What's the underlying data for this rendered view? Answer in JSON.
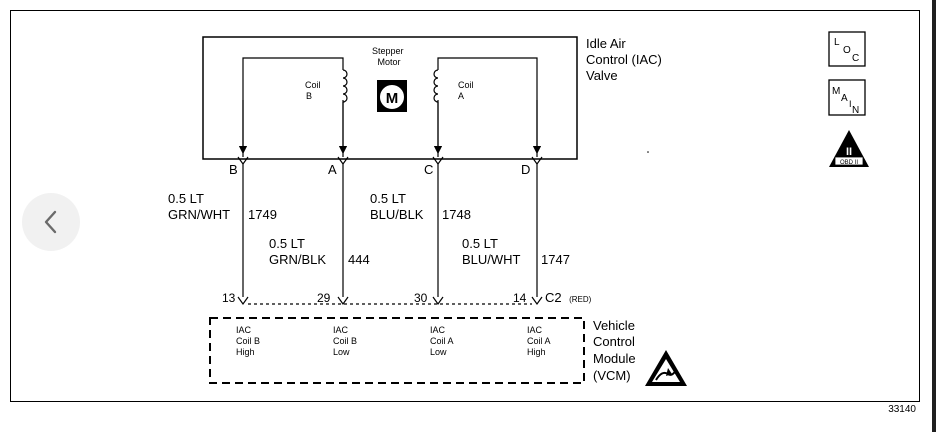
{
  "iac_valve": {
    "name_lines": [
      "Idle Air",
      "Control (IAC)",
      "Valve"
    ],
    "motor_label_lines": [
      "Stepper",
      "Motor"
    ],
    "motor_symbol": "M",
    "coil_b_lines": [
      "Coil",
      "B"
    ],
    "coil_a_lines": [
      "Coil",
      "A"
    ]
  },
  "pins": [
    {
      "letter": "B"
    },
    {
      "letter": "A"
    },
    {
      "letter": "C"
    },
    {
      "letter": "D"
    }
  ],
  "wires": [
    {
      "size": "0.5 LT",
      "color": "GRN/WHT",
      "circuit": "1749"
    },
    {
      "size": "0.5 LT",
      "color": "GRN/BLK",
      "circuit": "444"
    },
    {
      "size": "0.5 LT",
      "color": "BLU/BLK",
      "circuit": "1748"
    },
    {
      "size": "0.5 LT",
      "color": "BLU/WHT",
      "circuit": "1747"
    }
  ],
  "terminals": [
    "13",
    "29",
    "30",
    "14"
  ],
  "connector": {
    "name": "C2",
    "color": "(RED)"
  },
  "vcm": {
    "name_lines": [
      "Vehicle",
      "Control",
      "Module",
      "(VCM)"
    ],
    "inputs": [
      {
        "lines": [
          "IAC",
          "Coil B",
          "High"
        ]
      },
      {
        "lines": [
          "IAC",
          "Coil B",
          "Low"
        ]
      },
      {
        "lines": [
          "IAC",
          "Coil A",
          "Low"
        ]
      },
      {
        "lines": [
          "IAC",
          "Coil A",
          "High"
        ]
      }
    ],
    "esd_icon": "esd-warning-icon"
  },
  "side_icons": {
    "loc": {
      "l": "L",
      "o": "O",
      "c": "C"
    },
    "main": {
      "m": "M",
      "a": "A",
      "i": "I",
      "n": "N"
    },
    "obd": {
      "roman": "II",
      "label": "OBD II"
    }
  },
  "figure_number": "33140",
  "nav": {
    "prev_glyph": "‹",
    "icon": "chevron-left-icon"
  }
}
